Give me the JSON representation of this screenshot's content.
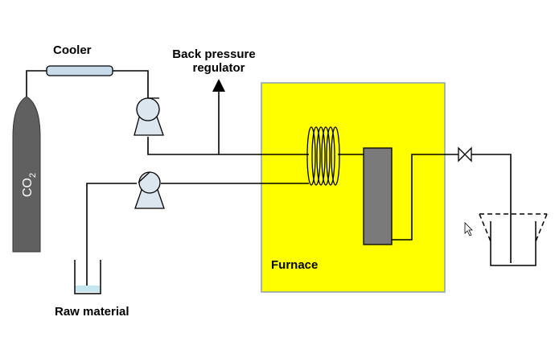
{
  "labels": {
    "cooler": "Cooler",
    "bpr_line1": "Back pressure",
    "bpr_line2": "regulator",
    "furnace": "Furnace",
    "raw_material": "Raw material",
    "co2_main": "CO",
    "co2_sub": "2"
  },
  "colors": {
    "furnace_fill": "#ffff00",
    "furnace_border": "#8aa0b0",
    "cylinder": "#606060",
    "reactor": "#7a7a7a",
    "cooler_fill": "#c6dbec",
    "pump_fill": "#dce6ee",
    "liquid": "#c6e6ee"
  }
}
